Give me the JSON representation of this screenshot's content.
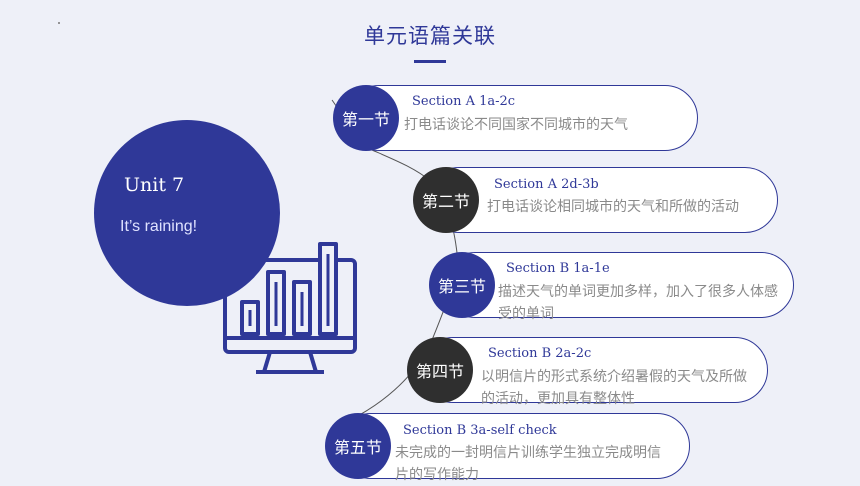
{
  "title": "单元语篇关联",
  "unit": {
    "name": "Unit 7",
    "subtitle": "It’s raining!"
  },
  "icon": "bar-chart-monitor-icon",
  "colors": {
    "accent": "#2f3898",
    "dark_badge": "#2f2f2f",
    "background": "#eef0f8"
  },
  "sections": [
    {
      "badge": "第一节",
      "label": "Section A 1a-2c",
      "desc": "打电话谈论不同国家不同城市的天气"
    },
    {
      "badge": "第二节",
      "label": "Section A 2d-3b",
      "desc": "打电话谈论相同城市的天气和所做的活动"
    },
    {
      "badge": "第三节",
      "label": "Section B 1a-1e",
      "desc": "描述天气的单词更加多样，加入了很多人体感受的单词"
    },
    {
      "badge": "第四节",
      "label": "Section B 2a-2c",
      "desc": "以明信片的形式系统介绍暑假的天气及所做的活动，更加具有整体性"
    },
    {
      "badge": "第五节",
      "label": "Section B 3a-self check",
      "desc": "未完成的一封明信片训练学生独立完成明信片的写作能力"
    }
  ]
}
